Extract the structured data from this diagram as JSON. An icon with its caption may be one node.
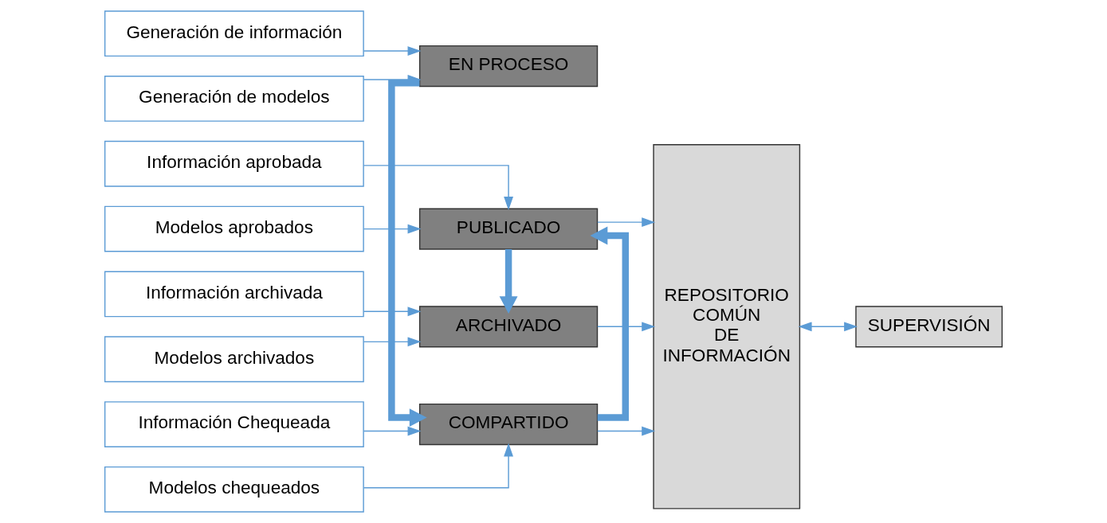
{
  "diagram": {
    "nodes": [
      {
        "text": [
          "Generación de información"
        ]
      },
      {
        "text": [
          "Generación de modelos"
        ]
      },
      {
        "text": [
          "EN PROCESO"
        ]
      },
      {
        "text": [
          "Información Chequeada"
        ]
      },
      {
        "text": [
          "Modelos chequeados"
        ]
      },
      {
        "text": [
          "COMPARTIDO"
        ]
      },
      {
        "text": [
          "Información aprobada"
        ]
      },
      {
        "text": [
          "Modelos aprobados"
        ]
      },
      {
        "text": [
          "PUBLICADO"
        ]
      },
      {
        "text": [
          "Información archivada"
        ]
      },
      {
        "text": [
          "Modelos archivados"
        ]
      },
      {
        "text": [
          "ARCHIVADO"
        ]
      },
      {
        "text": [
          "REPOSITORIO COMÚN DE INFORMACIÓN"
        ]
      },
      {
        "text": [
          "SUPERVISIÓN"
        ]
      }
    ],
    "edges": [
      {
        "from": 0,
        "to": 2,
        "arrow": "to"
      },
      {
        "from": 1,
        "to": 2,
        "arrow": "to"
      },
      {
        "from": 2,
        "to": 5,
        "arrow": "to",
        "style": "thick"
      },
      {
        "from": 3,
        "to": 5,
        "arrow": "to"
      },
      {
        "from": 4,
        "to": 5,
        "arrow": "to"
      },
      {
        "from": 5,
        "to": 8,
        "arrow": "to",
        "style": "thick"
      },
      {
        "from": 6,
        "to": 8,
        "arrow": "to"
      },
      {
        "from": 7,
        "to": 8,
        "arrow": "to"
      },
      {
        "from": 8,
        "to": 11,
        "arrow": "to",
        "style": "thick"
      },
      {
        "from": 9,
        "to": 11,
        "arrow": "to"
      },
      {
        "from": 10,
        "to": 11,
        "arrow": "to"
      },
      {
        "from": 5,
        "to": 12,
        "arrow": "to"
      },
      {
        "from": 8,
        "to": 12,
        "arrow": "to"
      },
      {
        "from": 11,
        "to": 12,
        "arrow": "to"
      },
      {
        "from": 12,
        "to": 13,
        "arrow": "both"
      }
    ]
  }
}
